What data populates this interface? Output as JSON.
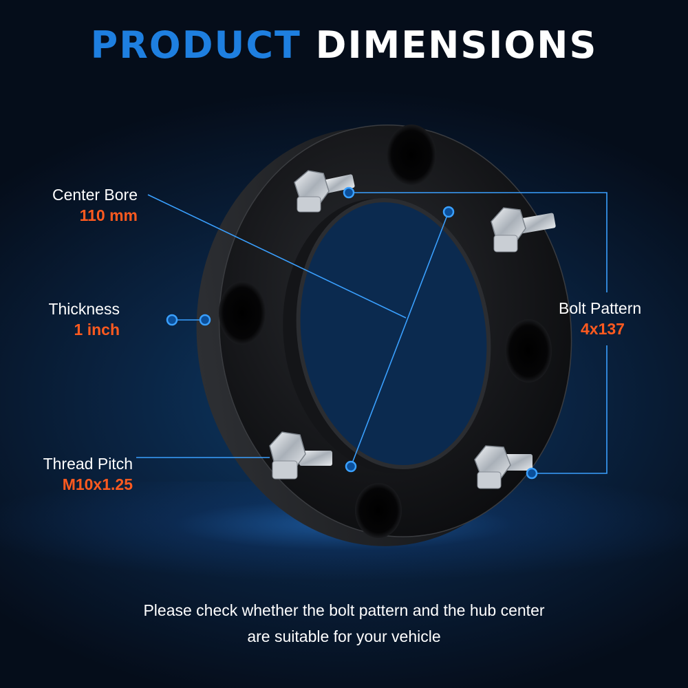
{
  "title": {
    "part1": "PRODUCT",
    "part2": "DIMENSIONS"
  },
  "specs": {
    "center_bore": {
      "label": "Center Bore",
      "value": "110 mm"
    },
    "thickness": {
      "label": "Thickness",
      "value": "1 inch"
    },
    "thread_pitch": {
      "label": "Thread Pitch",
      "value": "M10x1.25"
    },
    "bolt_pattern": {
      "label": "Bolt Pattern",
      "value": "4x137"
    }
  },
  "footer": {
    "line1": "Please check whether the bolt pattern and the hub center",
    "line2": "are suitable for your vehicle"
  },
  "colors": {
    "accent_blue": "#1e7fe0",
    "accent_orange": "#ff5a1f",
    "line_blue": "#3aa0ff"
  }
}
